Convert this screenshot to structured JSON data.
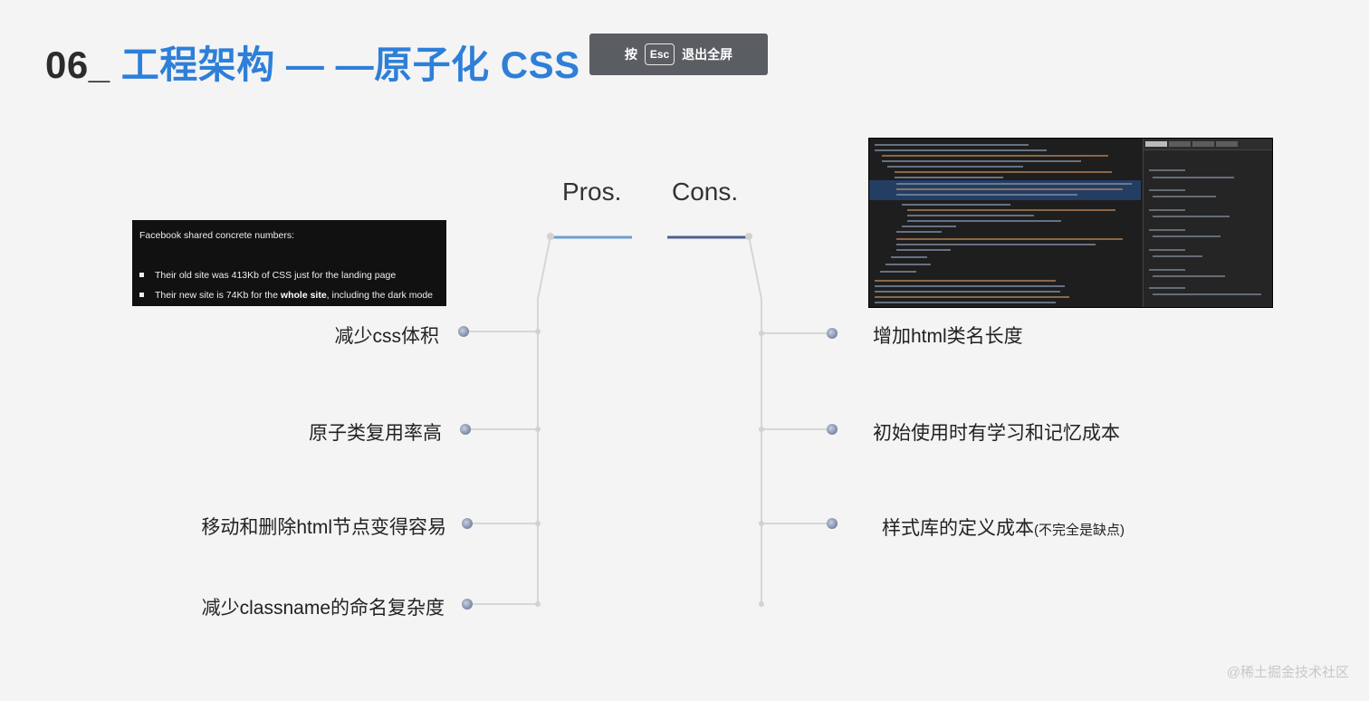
{
  "slide": {
    "title_number": "06_",
    "title_text": "工程架构 — —原子化 CSS"
  },
  "banner": {
    "prefix": "按",
    "key": "Esc",
    "suffix": "退出全屏"
  },
  "columns": {
    "pros_heading": "Pros.",
    "cons_heading": "Cons."
  },
  "facebook_card": {
    "title": "Facebook shared concrete numbers:",
    "bullet1": "Their old site was 413Kb of CSS just for the landing page",
    "bullet2_pre": "Their new site is 74Kb for the ",
    "bullet2_bold": "whole site",
    "bullet2_post": ", including the dark mode"
  },
  "pros": {
    "item1": "减少css体积",
    "item2": "原子类复用率高",
    "item3": "移动和删除html节点变得容易",
    "item4": "减少classname的命名复杂度"
  },
  "cons": {
    "item1": "增加html类名长度",
    "item2": "初始使用时有学习和记忆成本",
    "item3": "样式库的定义成本",
    "item3_note": "(不完全是缺点)"
  },
  "watermark": "@稀土掘金技术社区",
  "colors": {
    "title_blue": "#2e7fd8",
    "banner_bg": "#5a5d62",
    "line_gray": "#d6d6d6",
    "pros_accent": "#6f9ed0",
    "cons_accent": "#4d5f8c"
  }
}
